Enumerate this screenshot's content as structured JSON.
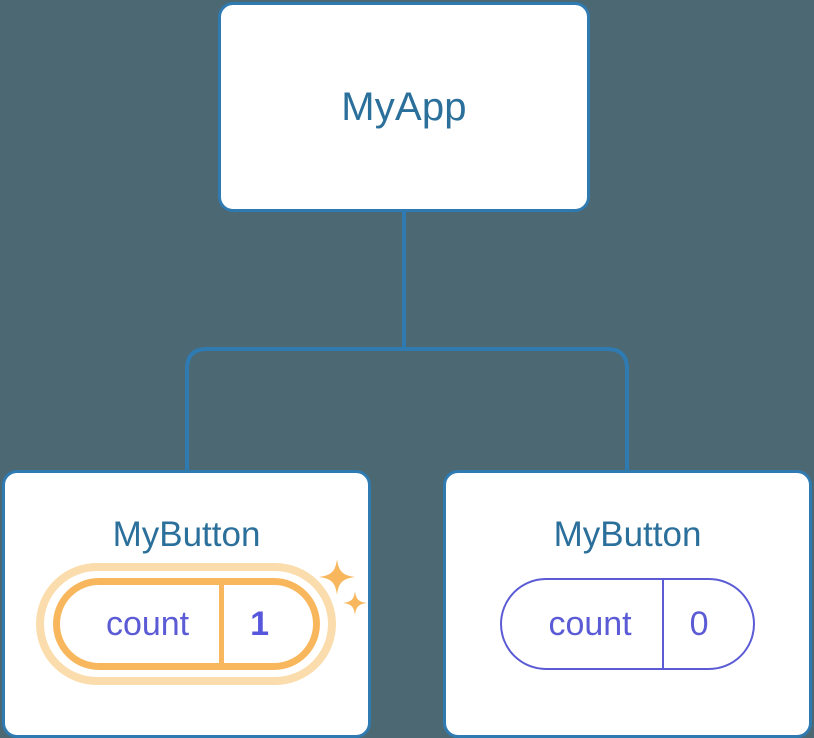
{
  "theme": {
    "background": "#4c6872",
    "card_background": "#ffffff",
    "card_border": "#2f7ab0",
    "connector_color": "#2f7ab0",
    "title_color": "#2b6f9b",
    "state_color": "#5b5bd6",
    "highlight_color": "#f8b75d",
    "highlight_glow_color": "#fbdcac"
  },
  "diagram": {
    "type": "component-tree",
    "root": {
      "name": "node-root",
      "title": "MyApp"
    },
    "children": [
      {
        "name": "node-child-0",
        "title": "MyButton",
        "state": {
          "key": "count",
          "value": "1"
        },
        "highlighted": true,
        "sparkle_icons": [
          "sparkle-large-icon",
          "sparkle-small-icon"
        ]
      },
      {
        "name": "node-child-1",
        "title": "MyButton",
        "state": {
          "key": "count",
          "value": "0"
        },
        "highlighted": false,
        "sparkle_icons": []
      }
    ]
  }
}
